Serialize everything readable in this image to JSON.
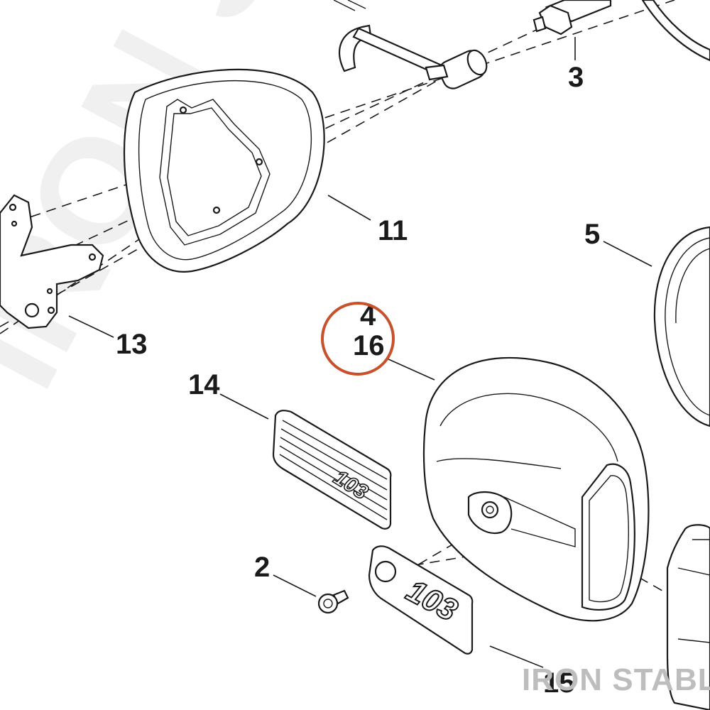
{
  "diagram": {
    "callouts": {
      "c2": "2",
      "c3": "3",
      "c4": "4",
      "c5": "5",
      "c11": "11",
      "c13": "13",
      "c14": "14",
      "c15": "15",
      "c16": "16"
    },
    "emblem_text": "103",
    "highlight_color": "#c8502a",
    "line_color": "#1a1a1a"
  },
  "watermark": {
    "text": "IRON STABLE"
  }
}
